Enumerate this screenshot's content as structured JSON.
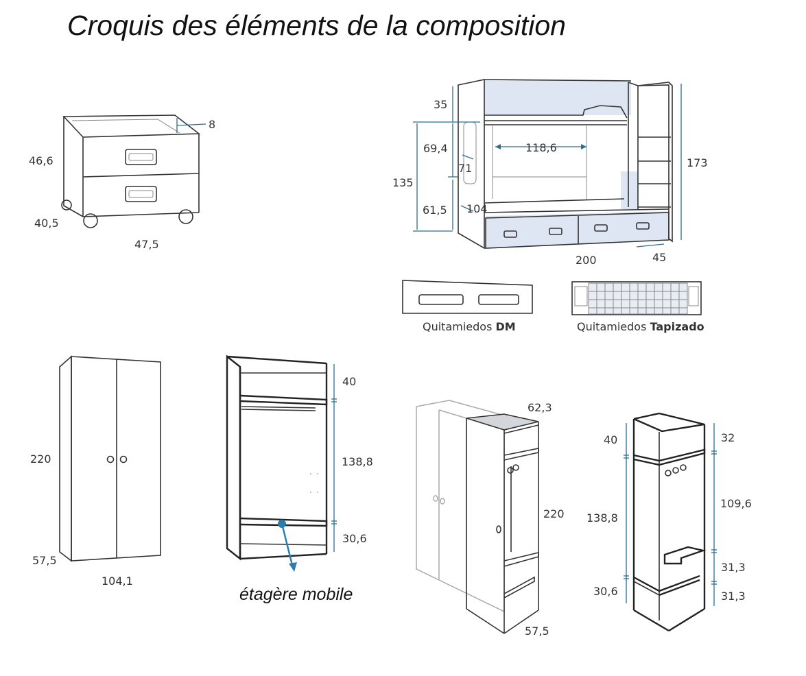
{
  "title": "Croquis des éléments de la composition",
  "caption_shelf": "étagère mobile",
  "nightstand": {
    "dims": [
      "8",
      "46,6",
      "40,5",
      "47,5"
    ]
  },
  "bunk_bed": {
    "dims": [
      "35",
      "69,4",
      "71",
      "135",
      "118,6",
      "61,5",
      "104",
      "173",
      "200",
      "45"
    ]
  },
  "guardrails": [
    {
      "label_normal": "Quitamiedos",
      "label_bold": "DM"
    },
    {
      "label_normal": "Quitamiedos",
      "label_bold": "Tapizado"
    }
  ],
  "wardrobe": {
    "dims": [
      "220",
      "57,5",
      "104,1"
    ]
  },
  "wardrobe_interior": {
    "dims": [
      "40",
      "138,8",
      "30,6"
    ]
  },
  "corner_unit": {
    "dims": [
      "62,3",
      "220",
      "57,5"
    ]
  },
  "corner_interior": {
    "dims": [
      "40",
      "138,8",
      "30,6",
      "32",
      "109,6",
      "31,3",
      "31,3"
    ]
  }
}
